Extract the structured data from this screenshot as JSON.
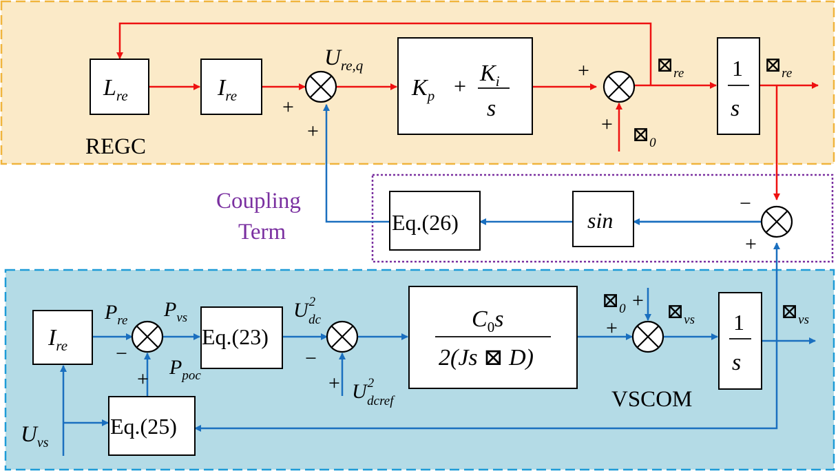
{
  "regions": {
    "regc_label": "REGC",
    "vscom_label": "VSCOM",
    "coupling_label_line1": "Coupling",
    "coupling_label_line2": "Term"
  },
  "regc": {
    "lre_main": "L",
    "lre_sub": "re",
    "ire_main": "I",
    "ire_sub": "re",
    "pi_kp_main": "K",
    "pi_kp_sub": "p",
    "pi_plus": "+",
    "pi_ki_main": "K",
    "pi_ki_sub": "i",
    "pi_den": "s",
    "sum1_top_main": "U",
    "sum1_top_sub": "re,q",
    "sum1_left_sign": "+",
    "sum1_bottom_sign": "+",
    "sum2_left_sign": "+",
    "sum2_bottom_sign": "+",
    "omega0_main": "⊠",
    "omega0_sub": "0",
    "omega_re_mid_main": "⊠",
    "omega_re_mid_sub": "re",
    "int_num": "1",
    "int_den": "s",
    "theta_re_main": "⊠",
    "theta_re_sub": "re"
  },
  "coupling": {
    "eq26": "Eq.(26)",
    "sin": "sin",
    "sum_top_sign": "−",
    "sum_bottom_sign": "+"
  },
  "vscom": {
    "ire_main": "I",
    "ire_sub": "re",
    "pre_main": "P",
    "pre_sub": "re",
    "pvs_main": "P",
    "pvs_sub": "vs",
    "ppoc_main": "P",
    "ppoc_sub": "poc",
    "sum_a_left_sign": "−",
    "sum_a_bottom_sign": "+",
    "eq23": "Eq.(23)",
    "udc_main": "U",
    "udc_sub": "dc",
    "udc_sup": "2",
    "sum_b_left_sign": "−",
    "sum_b_bottom_sign": "+",
    "udcref_main": "U",
    "udcref_sub": "dcref",
    "udcref_sup": "2",
    "tf_num_main": "C",
    "tf_num_sub": "0",
    "tf_num_s": "s",
    "tf_den": "2(Js ⊠ D)",
    "omega0_main": "⊠",
    "omega0_sub": "0",
    "omega0_sign": "+",
    "sum_c_left_sign": "+",
    "omega_vs_mid_main": "⊠",
    "omega_vs_mid_sub": "vs",
    "int_num": "1",
    "int_den": "s",
    "theta_vs_main": "⊠",
    "theta_vs_sub": "vs",
    "uvs_main": "U",
    "uvs_sub": "vs",
    "eq25": "Eq.(25)"
  },
  "colors": {
    "regc_bg": "#fbeac8",
    "regc_border": "#f0b43c",
    "vscom_bg": "#b4dbe6",
    "vscom_border": "#1e9bd7",
    "coupling_border": "#7a30a0",
    "coupling_text": "#7a30a0",
    "red_signal": "#ee1111",
    "blue_signal": "#1a6fbf"
  }
}
